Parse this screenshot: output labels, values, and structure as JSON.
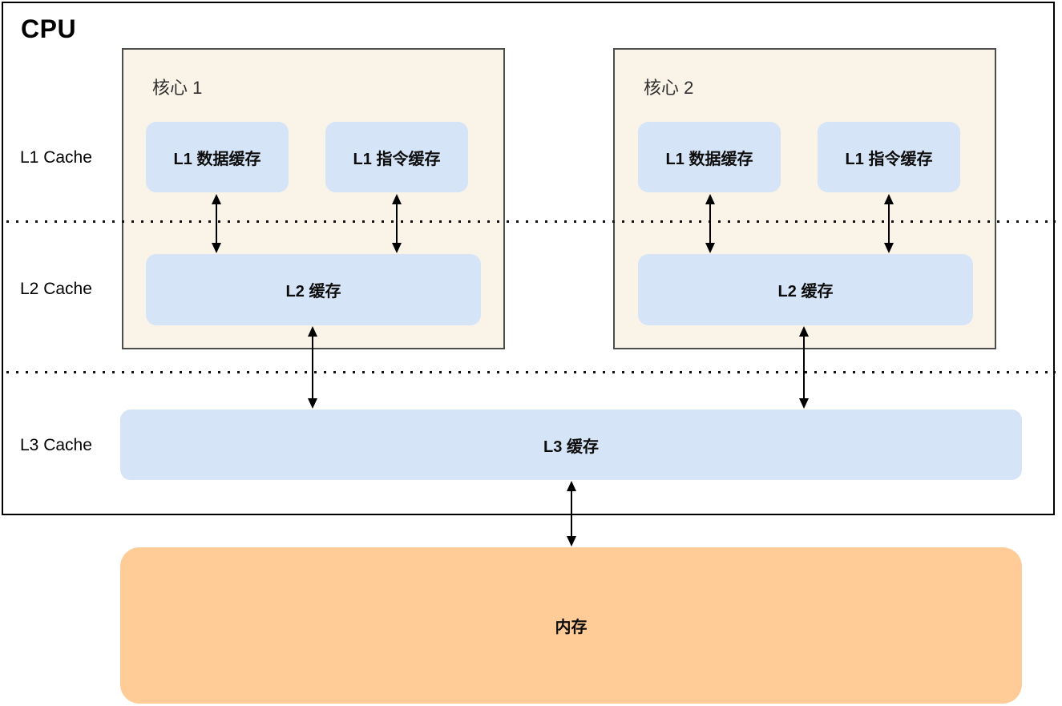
{
  "diagram": {
    "cpu_label": "CPU",
    "row_labels": [
      {
        "label": "L1 Cache"
      },
      {
        "label": "L2 Cache"
      },
      {
        "label": "L3 Cache"
      }
    ],
    "cores": [
      {
        "title": "核心 1",
        "l1_data": "L1 数据缓存",
        "l1_instr": "L1 指令缓存",
        "l2": "L2 缓存"
      },
      {
        "title": "核心 2",
        "l1_data": "L1 数据缓存",
        "l1_instr": "L1 指令缓存",
        "l2": "L2 缓存"
      }
    ],
    "l3_label": "L3 缓存",
    "memory_label": "内存",
    "colors": {
      "core_fill": "#FAF4E8",
      "cache_fill": "#D6E4F7",
      "memory_fill": "#FFCB96",
      "cpu_border": "#000000",
      "core_border": "#4D4D4D",
      "line": "#000000"
    }
  }
}
